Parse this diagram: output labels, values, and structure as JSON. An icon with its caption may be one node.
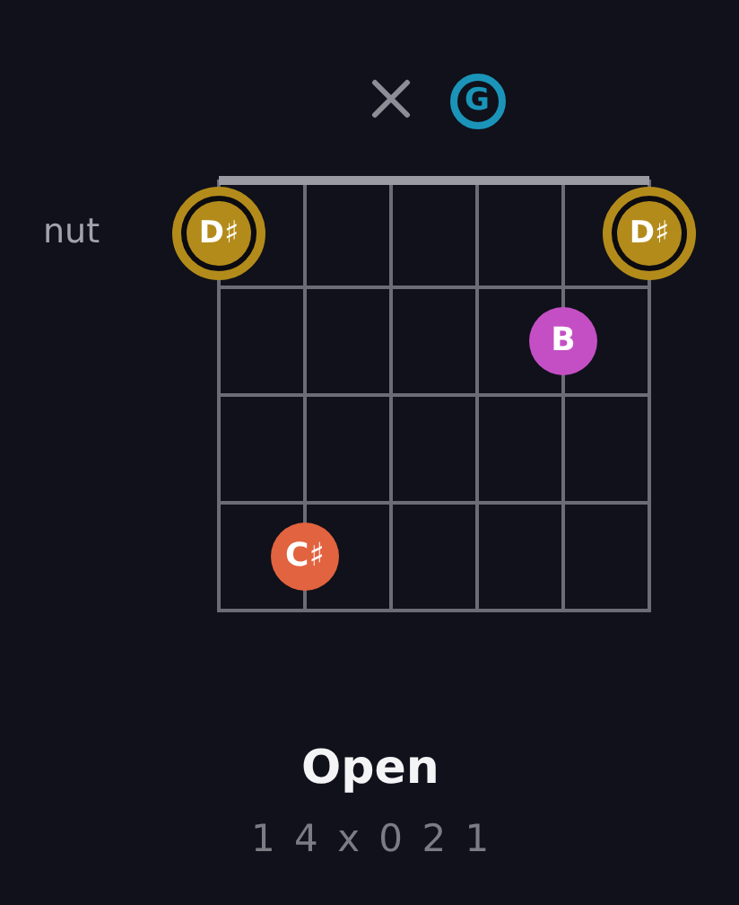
{
  "diagram": {
    "title": "Open",
    "nodes": [
      {
        "text": [
          "G"
        ]
      },
      {
        "text": [
          "D♯"
        ]
      },
      {
        "text": [
          "D♯"
        ]
      },
      {
        "text": [
          "B"
        ]
      },
      {
        "text": [
          "C♯"
        ]
      }
    ],
    "labels": [
      "nut",
      "1 4 x 0 2 1"
    ]
  }
}
